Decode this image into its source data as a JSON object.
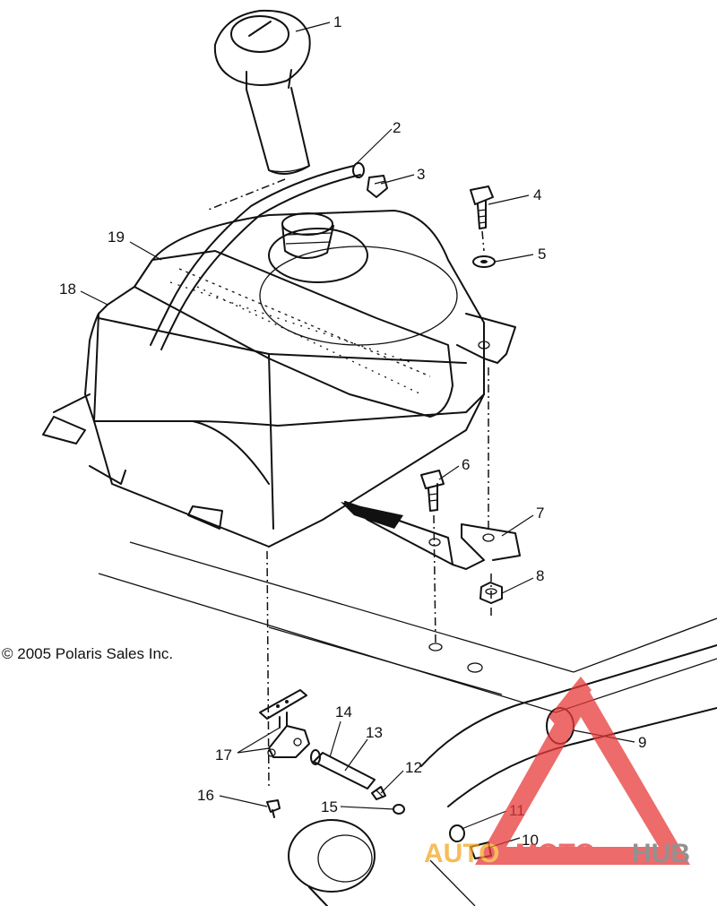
{
  "copyright": "© 2005 Polaris Sales Inc.",
  "callouts": [
    "1",
    "2",
    "3",
    "4",
    "5",
    "6",
    "7",
    "8",
    "9",
    "10",
    "11",
    "12",
    "13",
    "14",
    "15",
    "16",
    "17",
    "18",
    "19"
  ],
  "watermark": {
    "part1": "AUTO",
    "part2": "MOTO",
    "part3": "HUB",
    "color_red": "#e83a3a",
    "color_orange": "#f5a623",
    "color_gray": "#6d6d6d"
  }
}
